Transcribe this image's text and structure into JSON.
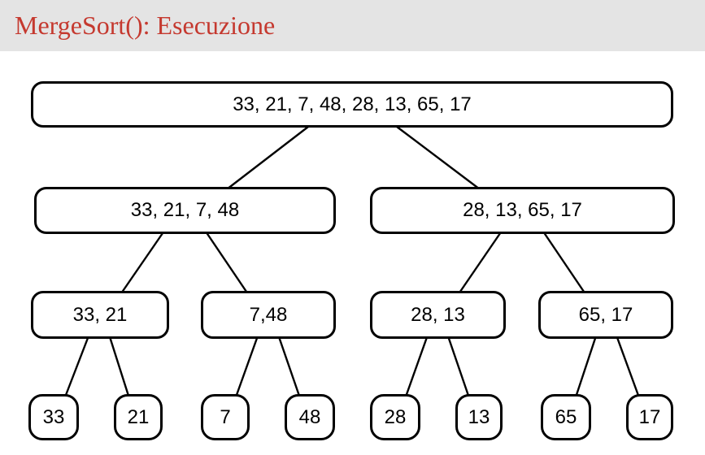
{
  "slide": {
    "title": "MergeSort(): Esecuzione"
  },
  "colors": {
    "title_red": "#c5392f",
    "header_bg": "#e4e4e4",
    "node_border": "#000000",
    "node_fill": "#ffffff",
    "edge": "#000000"
  },
  "tree": {
    "type": "binary-recursion-tree",
    "levels": [
      {
        "labels": [
          "33, 21, 7, 48, 28, 13, 65, 17"
        ]
      },
      {
        "labels": [
          "33, 21, 7, 48",
          "28, 13, 65, 17"
        ]
      },
      {
        "labels": [
          "33, 21",
          "7,48",
          "28, 13",
          "65, 17"
        ]
      },
      {
        "labels": [
          "33",
          "21",
          "7",
          "48",
          "28",
          "13",
          "65",
          "17"
        ]
      }
    ]
  }
}
